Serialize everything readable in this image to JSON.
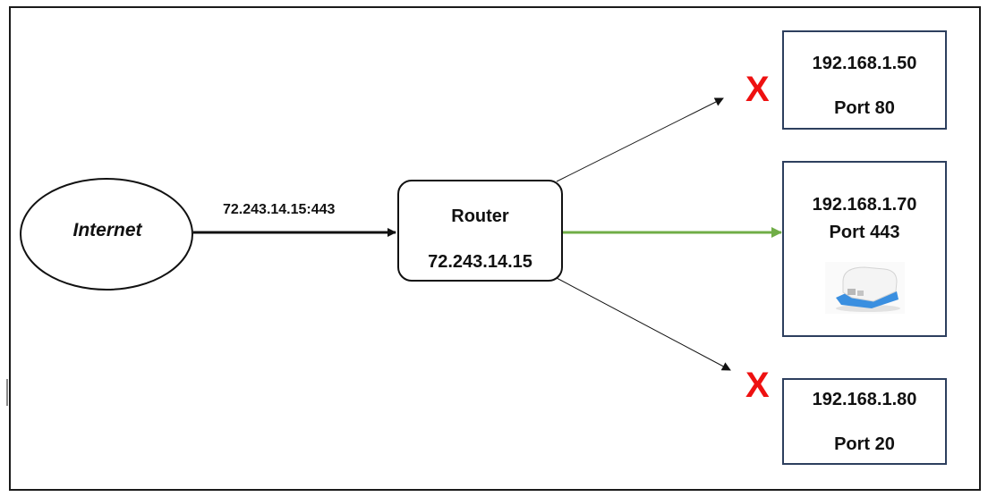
{
  "internet": {
    "label": "Internet"
  },
  "wan_link": {
    "label": "72.243.14.15:443"
  },
  "router": {
    "title": "Router",
    "ip": "72.243.14.15"
  },
  "hosts": [
    {
      "ip": "192.168.1.50",
      "port": "Port 80",
      "status": "blocked"
    },
    {
      "ip": "192.168.1.70",
      "port": "Port 443",
      "status": "allowed"
    },
    {
      "ip": "192.168.1.80",
      "port": "Port 20",
      "status": "blocked"
    }
  ],
  "blocked_marker": "X",
  "colors": {
    "allowed_link": "#70ad47",
    "blocked_marker": "#ee1111",
    "host_border": "#2d3f5e",
    "line": "#111111",
    "device_body": "#f4f4f4",
    "device_base": "#3a8fe0"
  }
}
